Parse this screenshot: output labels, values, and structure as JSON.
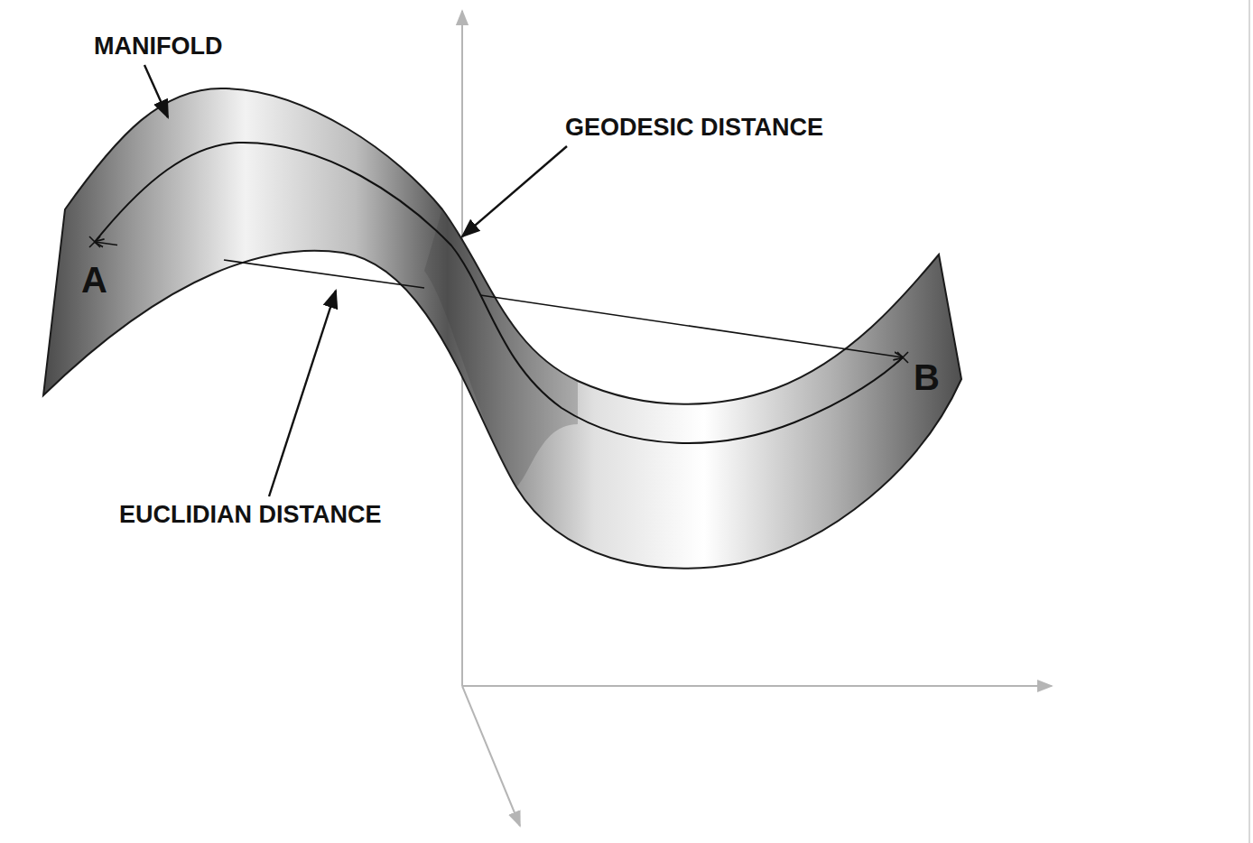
{
  "diagram": {
    "labels": [
      "MANIFOLD",
      "GEODESIC DISTANCE",
      "A",
      "EUCLIDIAN DISTANCE",
      "B"
    ]
  }
}
